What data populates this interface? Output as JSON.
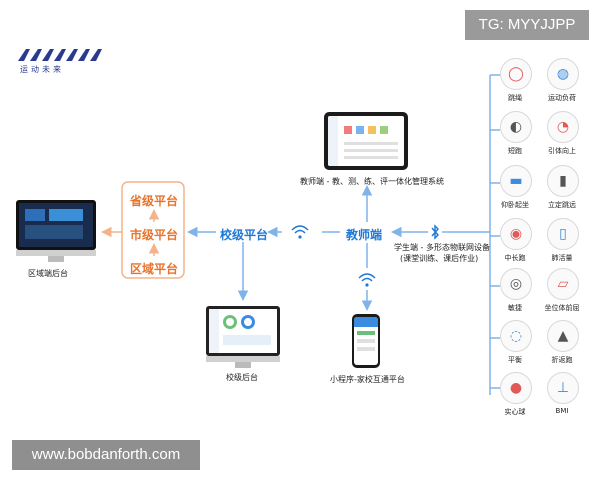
{
  "watermark_top": "TG: MYYJJPP",
  "watermark_bottom": "www.bobdanforth.com",
  "logo": {
    "tagline": "运动未来"
  },
  "nodes": {
    "regional_backend": "区域端后台",
    "province": "省级平台",
    "city": "市级平台",
    "district": "区域平台",
    "school_platform": "校级平台",
    "school_backend": "校级后台",
    "teacher": "教师端",
    "teacher_system": "教师端 - 教、测、练、评一体化管理系统",
    "miniapp": "小程序-家校互通平台",
    "student_line1": "学生端 - 多形态物联网设备",
    "student_line2": "(课堂训练、课后作业)"
  },
  "devices": [
    {
      "label": "跳绳",
      "icon": "jump-rope-icon"
    },
    {
      "label": "运动负荷",
      "icon": "heart-rate-band-icon"
    },
    {
      "label": "短跑",
      "icon": "sprint-sensor-icon"
    },
    {
      "label": "引体向上",
      "icon": "pull-up-sensor-icon"
    },
    {
      "label": "仰卧起坐",
      "icon": "sit-up-bar-icon"
    },
    {
      "label": "立定跳远",
      "icon": "long-jump-mat-icon"
    },
    {
      "label": "中长跑",
      "icon": "running-band-icon"
    },
    {
      "label": "肺活量",
      "icon": "spirometer-icon"
    },
    {
      "label": "敏捷",
      "icon": "agility-pad-icon"
    },
    {
      "label": "坐位体前屈",
      "icon": "sit-reach-icon"
    },
    {
      "label": "平衡",
      "icon": "balance-board-icon"
    },
    {
      "label": "折返跑",
      "icon": "shuttle-run-cone-icon"
    },
    {
      "label": "实心球",
      "icon": "medicine-ball-icon"
    },
    {
      "label": "BMI",
      "icon": "bmi-scale-icon"
    }
  ],
  "colors": {
    "blue": "#1e78d6",
    "orange": "#e8742b",
    "arrow_blue": "#7fb3ea",
    "arrow_orange": "#f3b48a"
  }
}
